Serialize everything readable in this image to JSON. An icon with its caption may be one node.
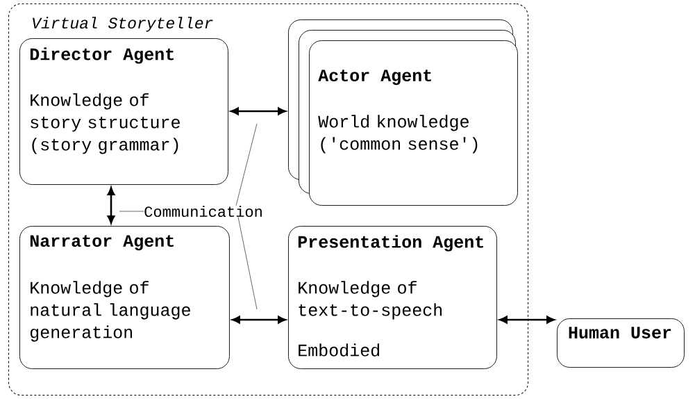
{
  "diagram": {
    "nodes": [
      {
        "text": [
          "Virtual Storyteller"
        ]
      },
      {
        "text": [
          "Director Agent",
          "Knowledge of story structure (story grammar)"
        ],
        "in": 0
      },
      {
        "text": [],
        "shape": "box",
        "in": 0
      },
      {
        "text": [],
        "shape": "box",
        "in": 0
      },
      {
        "text": [
          "Actor Agent",
          "World knowledge ('common sense')"
        ],
        "in": 0
      },
      {
        "text": [
          "Narrator Agent",
          "Knowledge of natural language generation"
        ],
        "in": 0
      },
      {
        "text": [
          "Presentation Agent",
          "Knowledge of text-to-speech",
          "Embodied"
        ],
        "in": 0
      },
      {
        "text": [
          "Human User"
        ]
      },
      {
        "text": [
          "Communication"
        ],
        "in": 0
      }
    ],
    "edges": [
      {
        "from": 1,
        "to": 2,
        "arrow": "both"
      },
      {
        "from": 1,
        "to": 5,
        "arrow": "both"
      },
      {
        "from": 5,
        "to": 6,
        "arrow": "both"
      },
      {
        "from": 6,
        "to": 7,
        "arrow": "both"
      },
      {
        "from": 8,
        "to": null,
        "arrow": "none"
      },
      {
        "from": 8,
        "to": null,
        "arrow": "none"
      },
      {
        "from": 8,
        "to": null,
        "arrow": "none"
      }
    ]
  }
}
